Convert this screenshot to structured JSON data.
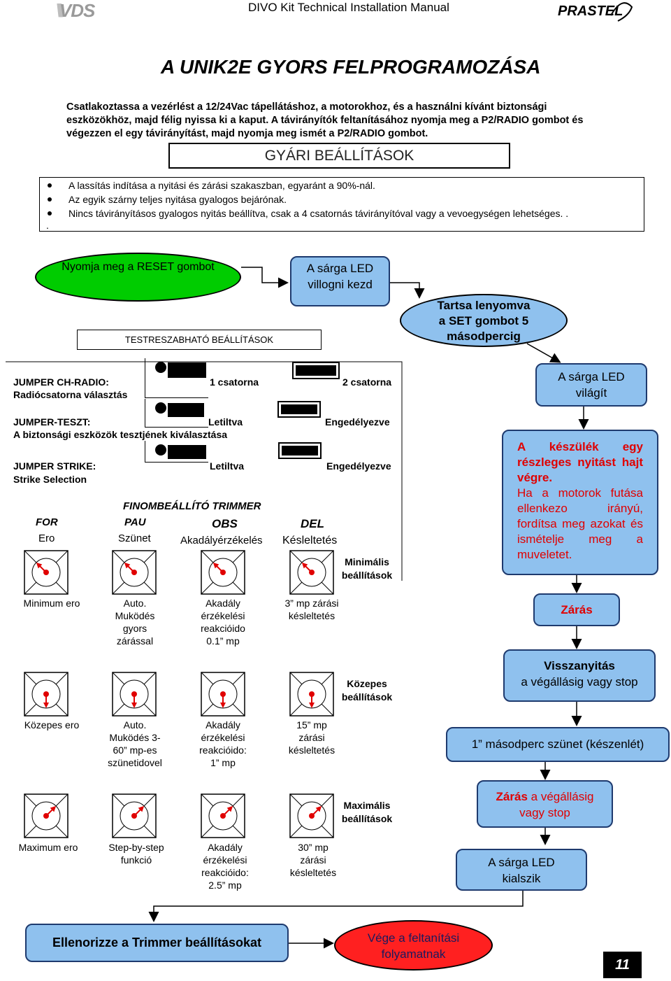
{
  "header": {
    "logo_left": "VDS",
    "title": "DIVO Kit Technical Installation Manual",
    "logo_right": "PRASTEL"
  },
  "main_title": "A UNIK2E GYORS FELPROGRAMOZÁSA",
  "intro_lines": [
    "Csatlakoztassa a vezérlést a 12/24Vac tápellátáshoz, a motorokhoz, és a használni kívánt biztonsági",
    "eszközökhöz, majd félig nyissa ki a kaput. A távirányítók feltanításához nyomja meg a P2/RADIO gombot és",
    "végezzen el egy távirányítást, majd nyomja meg ismét a P2/RADIO gombot."
  ],
  "factory": {
    "title": "GYÁRI BEÁLLÍTÁSOK",
    "bullets": [
      "A lassítás indítása a nyitási és zárási szakaszban, egyaránt a 90%-nál.",
      "Az egyik szárny teljes nyitása gyalogos bejárónak.",
      "Nincs távirányításos gyalogos nyitás beállítva, csak a 4 csatornás távirányítóval vagy a vevoegységen lehetséges. ."
    ],
    "trailing_dot": "."
  },
  "flow": {
    "reset": "Nyomja meg a RESET gombot",
    "yellow_blink": [
      "A sárga LED",
      "villogni kezd"
    ],
    "hold_set": [
      "Tartsa lenyomva",
      "a SET gombot 5",
      "másodpercig"
    ],
    "custom_settings": "TESTRESZABHATÓ BEÁLLÍTÁSOK",
    "yellow_on": [
      "A sárga LED",
      "világít"
    ],
    "partial_black": "A készülék egy részleges nyitást hajt végre.",
    "partial_red": "Ha a motorok futása ellenkezo irányú, fordítsa meg azokat és ismételje meg a muveletet.",
    "close": "Zárás",
    "reopen": [
      "Visszanyitás",
      "a végállásig vagy stop"
    ],
    "pause": "1” másodperc szünet (készenlét)",
    "close_full_red": "Zárás",
    "close_full_rest": " a végállásig",
    "close_full_line2": "vagy stop",
    "yellow_off": [
      "A sárga LED",
      "kialszik"
    ],
    "check_trimmers": "Ellenorizze a Trimmer beállításokat",
    "end": [
      "Vége a feltanítási",
      "folyamatnak"
    ]
  },
  "jumpers": {
    "ch_radio": {
      "title": "JUMPER CH-RADIO:",
      "sub": "Radiócsatorna választás",
      "opt1": "1 csatorna",
      "opt2": "2 csatorna"
    },
    "test": {
      "title": "JUMPER-TESZT:",
      "sub": "A biztonsági eszközök tesztjének kiválasztása",
      "opt1": "Letiltva",
      "opt2": "Engedélyezve"
    },
    "strike": {
      "title": "JUMPER STRIKE:",
      "sub": "Strike Selection",
      "opt1": "Letiltva",
      "opt2": "Engedélyezve"
    }
  },
  "trimmers": {
    "title": "FINOMBEÁLLÍTÓ TRIMMER",
    "headers": [
      "FOR",
      "PAU",
      "OBS",
      "DEL"
    ],
    "subheaders": [
      "Ero",
      "Szünet",
      "Akadályérzékelés",
      "Késleltetés"
    ],
    "rows": [
      {
        "label": [
          "Minimális",
          "beállítások"
        ],
        "cells": [
          [
            "Minimum ero"
          ],
          [
            "Auto.",
            "Muködés",
            "gyors",
            "zárással"
          ],
          [
            "Akadály",
            "érzékelési",
            "reakcióido",
            "0.1” mp"
          ],
          [
            "3” mp zárási",
            "késleltetés"
          ]
        ]
      },
      {
        "label": [
          "Közepes",
          "beállítások"
        ],
        "cells": [
          [
            "Közepes ero"
          ],
          [
            "Auto.",
            "Muködés 3-",
            "60” mp-es",
            "szünetidovel"
          ],
          [
            "Akadály",
            "érzékelési",
            "reakcióido:",
            "1” mp"
          ],
          [
            "15” mp",
            "zárási",
            "késleltetés"
          ]
        ]
      },
      {
        "label": [
          "Maximális",
          "beállítások"
        ],
        "cells": [
          [
            "Maximum ero"
          ],
          [
            "Step-by-step",
            "funkció"
          ],
          [
            "Akadály",
            "érzékelési",
            "reakcióido:",
            "2.5” mp"
          ],
          [
            "30” mp",
            "zárási",
            "késleltetés"
          ]
        ]
      }
    ]
  },
  "page_number": "11",
  "colors": {
    "green": "#00cc00",
    "blue_fill": "#8fc1ee",
    "blue_border": "#1e3a6e",
    "red": "#e00000"
  }
}
